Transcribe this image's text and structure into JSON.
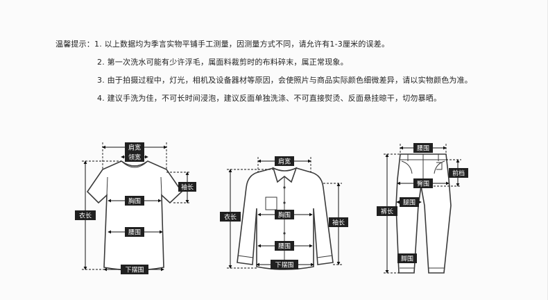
{
  "notes": {
    "tip1": "温馨提示：1. 以上数据均为季言实物平铺手工测量，因测量方式不同，请允许有1-3厘米的误差。",
    "tip2": "2. 第一次洗水可能有少许浮毛，属面料裁剪时的布料碎末，属正常现象。",
    "tip3": "3. 由于拍摄过程中，灯光，相机及设备器材等原因，会使照片与商品实际颜色细微差异，请以实物颜色为准。",
    "tip4": "4. 建议手洗为佳，不可长时间浸泡，建议反面单独洗涤、不可直接熨烫、反面悬挂晾干，切勿暴晒。"
  },
  "tshirt": {
    "shoulder": "肩宽",
    "collar": "领宽",
    "sleeve": "袖长",
    "chest": "胸围",
    "length": "衣长",
    "waist": "腰围",
    "hem": "下摆围"
  },
  "shirt": {
    "shoulder": "肩宽",
    "length": "衣长",
    "sleeve": "袖长",
    "chest": "胸围",
    "waist": "腰围",
    "hem": "下摆围"
  },
  "pants": {
    "waist": "腰围",
    "rise": "前档",
    "hip": "臀围",
    "length": "裤长",
    "thigh": "腿围",
    "leg_opening": "脚围"
  }
}
